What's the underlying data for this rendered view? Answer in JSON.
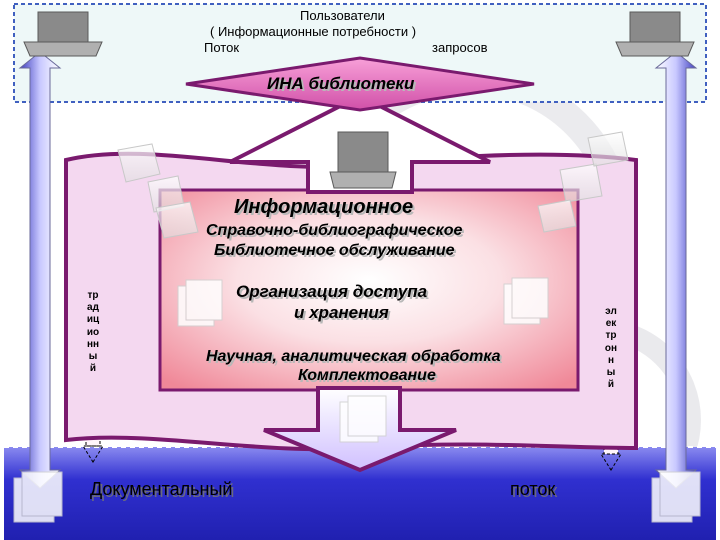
{
  "top_band": {
    "users_label": "Пользователи",
    "needs_label": "( Информационные потребности )",
    "flow_label": "Поток",
    "requests_label": "запросов"
  },
  "center": {
    "ina_label": "ИНА библиотеки",
    "information_label": "Информационное",
    "reference_label": "Справочно-библиографическое",
    "library_service_label": "Библиотечное обслуживание",
    "access_line1": "Организация доступа",
    "access_line2": "и хранения",
    "processing_label": "Научная, аналитическая обработка",
    "acquisition_label": "Комплектование"
  },
  "bottom_band": {
    "documentary_label": "Документальный",
    "flow_label": "поток"
  },
  "side_labels": {
    "traditional": "традиционный",
    "electronic": "электронный"
  },
  "colors": {
    "band_fill": "#3a3ad8",
    "purple_outline": "#7a1a6e",
    "magenta_fill": "#e070c0",
    "scroll_fill": "#f4d8f0",
    "pink_center": "#f8c0c8"
  }
}
